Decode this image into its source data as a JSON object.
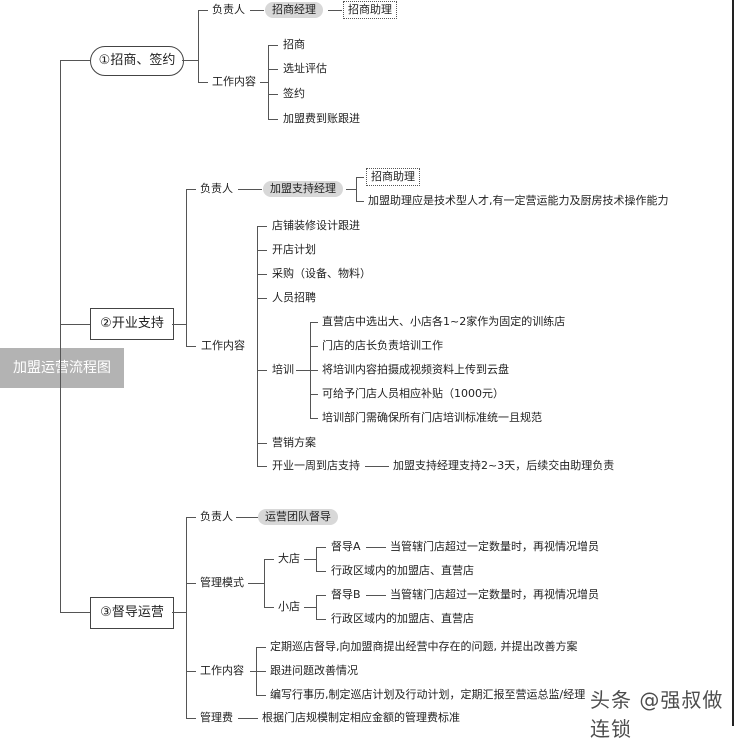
{
  "root": {
    "label": "加盟运营流程图"
  },
  "sections": [
    {
      "label": "①招商、签约",
      "owner_label": "负责人",
      "owner": "招商经理",
      "assistant": "招商助理",
      "work_label": "工作内容",
      "work_items": [
        "招商",
        "选址评估",
        "签约",
        "加盟费到账跟进"
      ]
    },
    {
      "label": "②开业支持",
      "owner_label": "负责人",
      "owner": "加盟支持经理",
      "assistant": "招商助理",
      "assistant_note": "加盟助理应是技术型人才,有一定营运能力及厨房技术操作能力",
      "work_label": "工作内容",
      "work_items": [
        "店铺装修设计跟进",
        "开店计划",
        "采购（设备、物料）",
        "人员招聘",
        "培训",
        "营销方案",
        "开业一周到店支持"
      ],
      "training_items": [
        "直营店中选出大、小店各1~2家作为固定的训练店",
        "门店的店长负责培训工作",
        "将培训内容拍摄成视频资料上传到云盘",
        "可给予门店人员相应补贴（1000元）",
        "培训部门需确保所有门店培训标准统一且规范"
      ],
      "opening_support_note": "加盟支持经理支持2~3天，后续交由助理负责"
    },
    {
      "label": "③督导运营",
      "owner_label": "负责人",
      "owner": "运营团队督导",
      "mode_label": "管理模式",
      "large_store": "大店",
      "small_store": "小店",
      "supervisor_a": "督导A",
      "supervisor_b": "督导B",
      "supervisor_note": "当管辖门店超过一定数量时，再视情况增员",
      "region_note": "行政区域内的加盟店、直营店",
      "work_label": "工作内容",
      "work_items": [
        "定期巡店督导,向加盟商提出经营中存在的问题, 并提出改善方案",
        "跟进问题改善情况",
        "编写行事历,制定巡店计划及行动计划，定期汇报至营运总监/经理"
      ],
      "fee_label": "管理费",
      "fee_note": "根据门店规模制定相应金额的管理费标准"
    }
  ],
  "watermark": "头条 @强叔做连锁"
}
